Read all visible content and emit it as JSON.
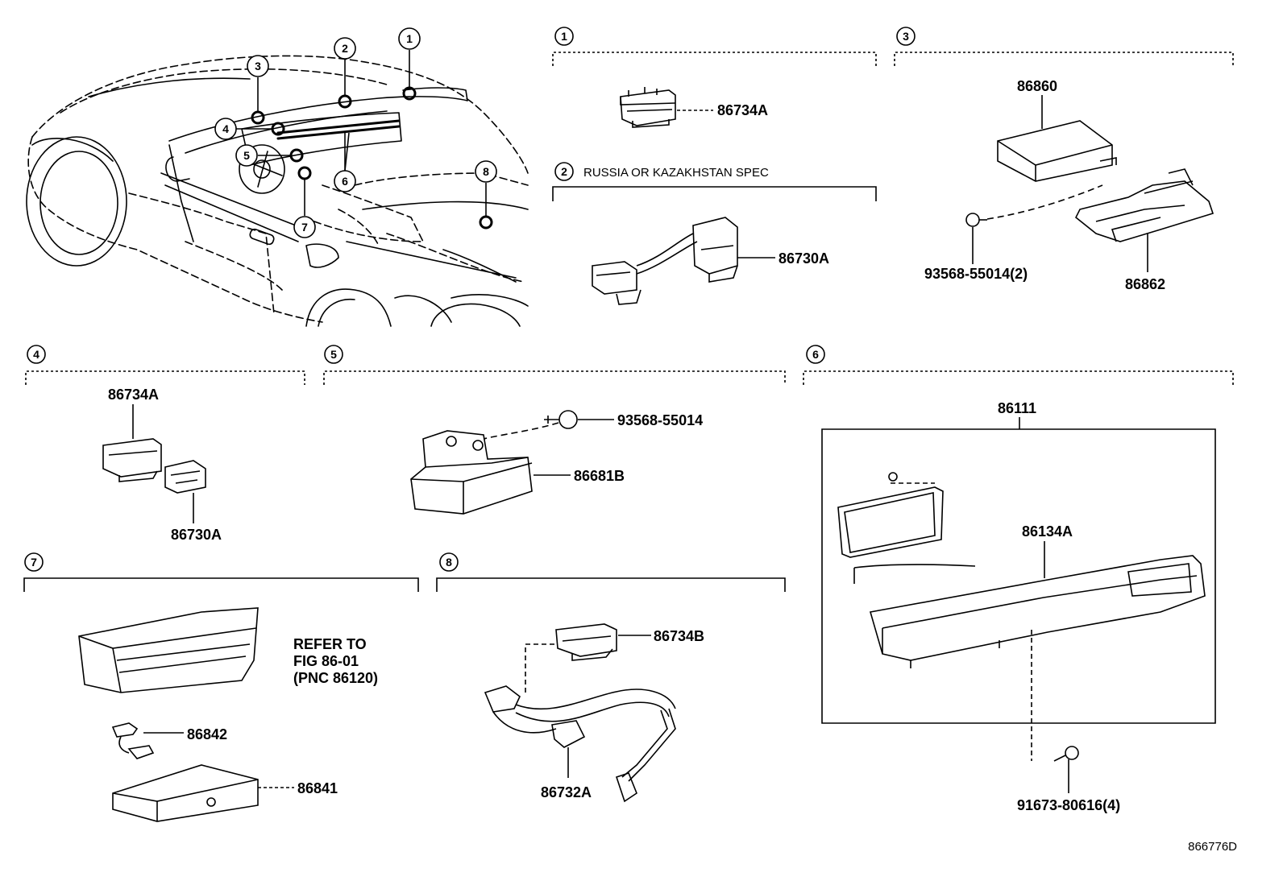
{
  "callouts": {
    "c1": "1",
    "c2": "2",
    "c3": "3",
    "c4": "4",
    "c5": "5",
    "c6": "6",
    "c7": "7",
    "c8": "8"
  },
  "sections": {
    "s1": {
      "number": "1",
      "parts": [
        "86734A"
      ]
    },
    "s2": {
      "number": "2",
      "title": "RUSSIA OR KAZAKHSTAN SPEC",
      "parts": [
        "86730A"
      ]
    },
    "s3": {
      "number": "3",
      "parts": [
        "86860",
        "93568-55014(2)",
        "86862"
      ]
    },
    "s4": {
      "number": "4",
      "parts": [
        "86734A",
        "86730A"
      ]
    },
    "s5": {
      "number": "5",
      "parts": [
        "93568-55014",
        "86681B"
      ]
    },
    "s6": {
      "number": "6",
      "parts": [
        "86111",
        "86134A",
        "91673-80616(4)"
      ]
    },
    "s7": {
      "number": "7",
      "refer": [
        "REFER TO",
        "FIG 86-01",
        "(PNC 86120)"
      ],
      "parts": [
        "86842",
        "86841"
      ]
    },
    "s8": {
      "number": "8",
      "parts": [
        "86734B",
        "86732A"
      ]
    }
  },
  "figure_id": "866776D"
}
